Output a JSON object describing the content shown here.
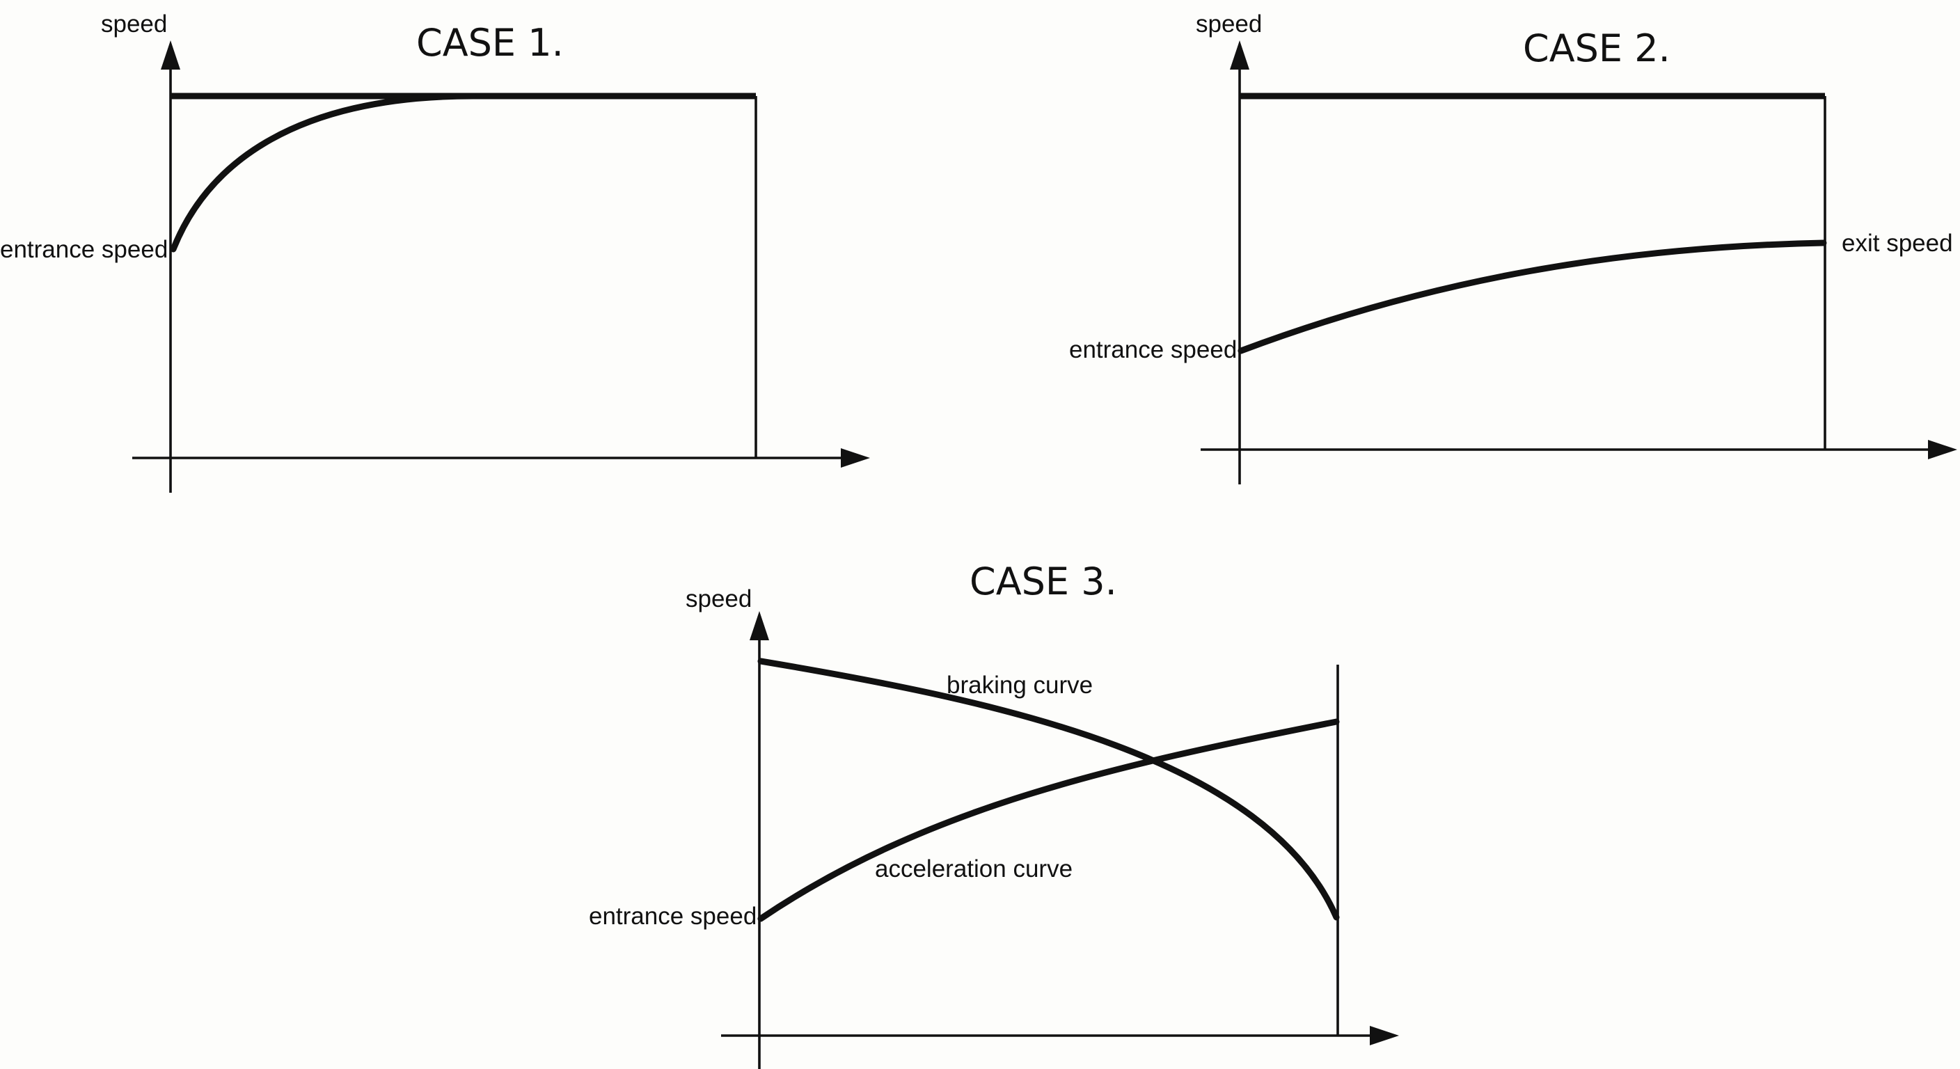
{
  "diagrams": [
    {
      "title": "CASE 1.",
      "y_axis_label": "speed",
      "labels": {
        "entrance": "entrance speed"
      }
    },
    {
      "title": "CASE 2.",
      "y_axis_label": "speed",
      "labels": {
        "entrance": "entrance speed",
        "exit": "exit speed"
      }
    },
    {
      "title": "CASE 3.",
      "y_axis_label": "speed",
      "labels": {
        "entrance": "entrance speed",
        "braking": "braking curve",
        "acceleration": "acceleration curve"
      }
    }
  ]
}
